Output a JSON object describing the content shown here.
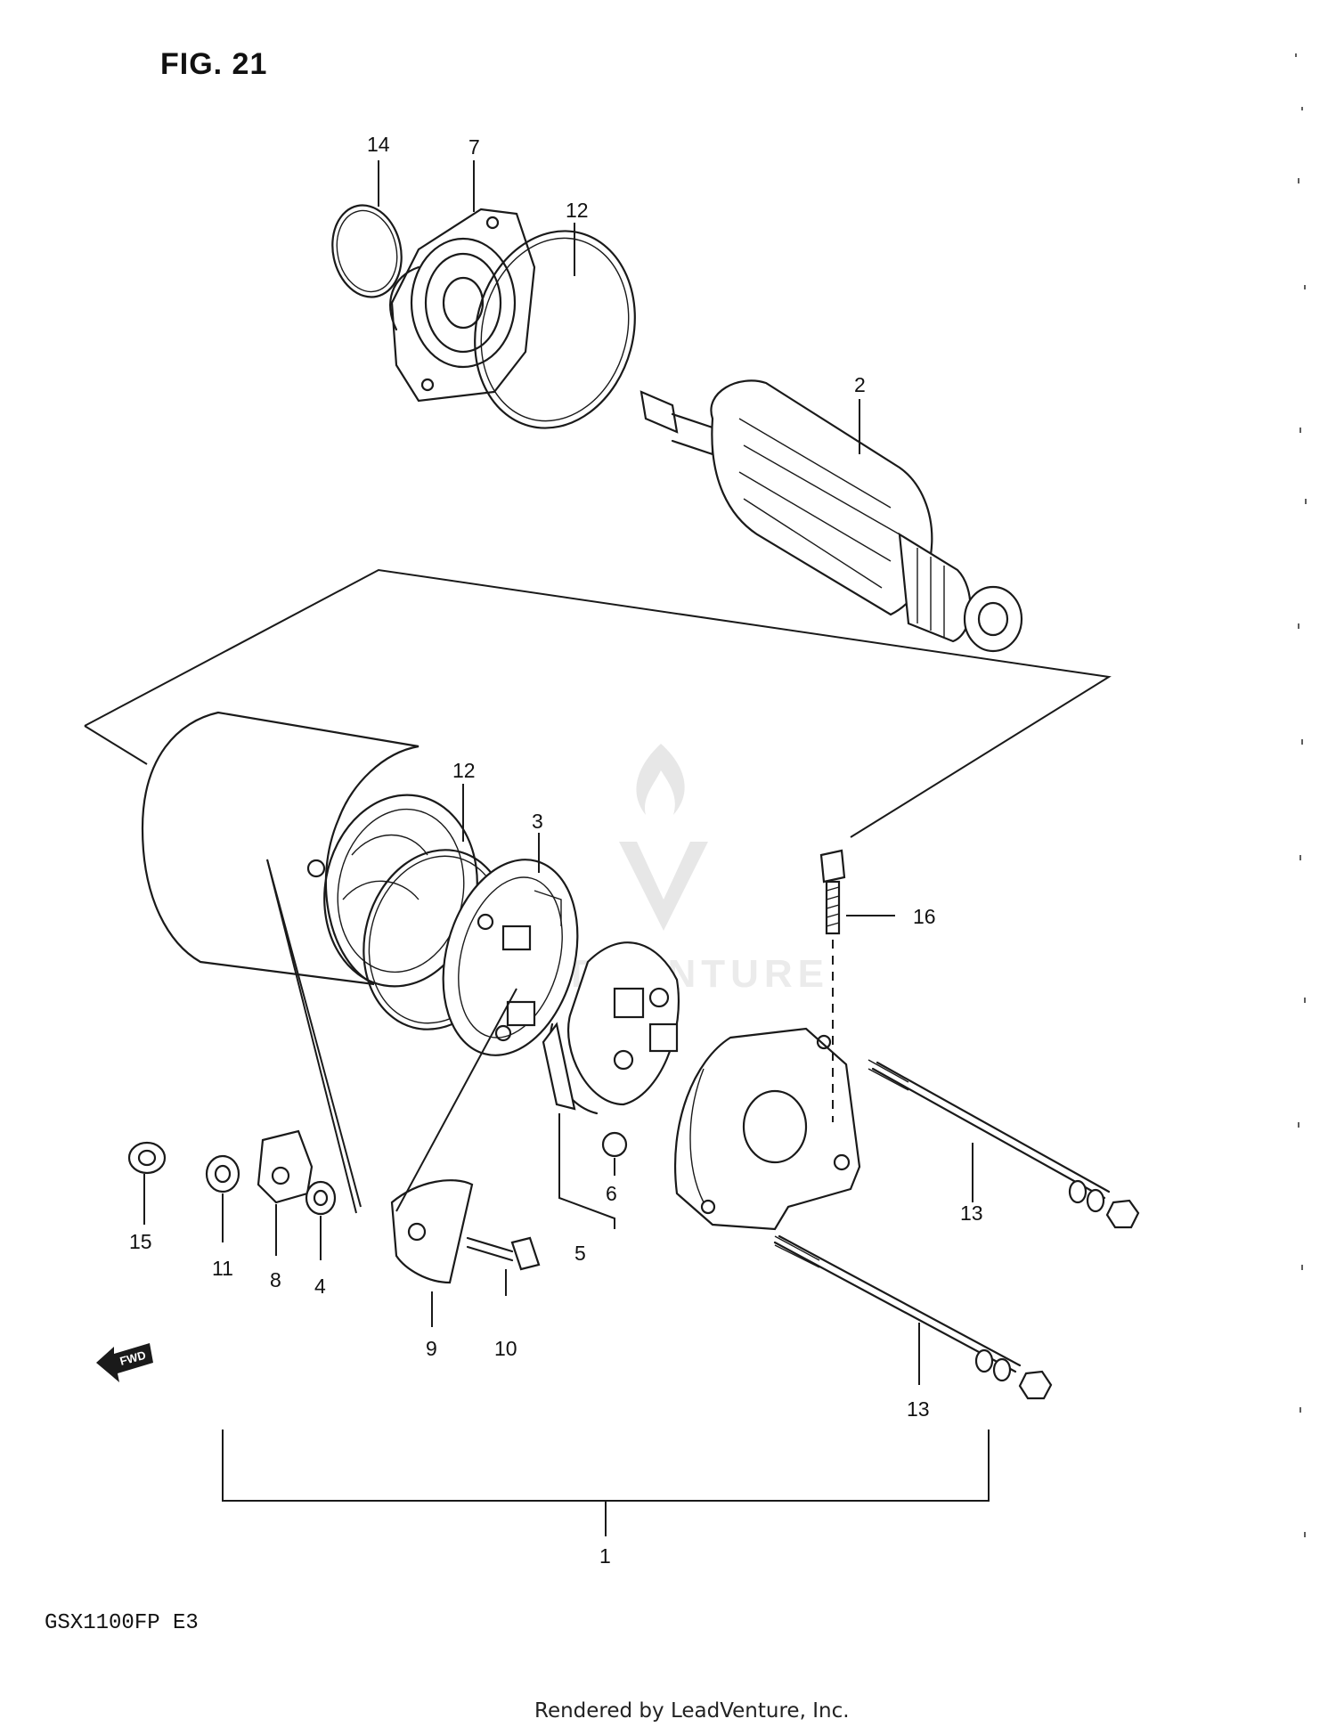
{
  "figure": {
    "title": "FIG. 21",
    "model": "GSX1100FP  E3"
  },
  "callouts": [
    {
      "id": "c14",
      "label": "14"
    },
    {
      "id": "c7",
      "label": "7"
    },
    {
      "id": "c12a",
      "label": "12"
    },
    {
      "id": "c2",
      "label": "2"
    },
    {
      "id": "c12b",
      "label": "12"
    },
    {
      "id": "c3",
      "label": "3"
    },
    {
      "id": "c16",
      "label": "16"
    },
    {
      "id": "c15",
      "label": "15"
    },
    {
      "id": "c11",
      "label": "11"
    },
    {
      "id": "c8",
      "label": "8"
    },
    {
      "id": "c4",
      "label": "4"
    },
    {
      "id": "c9",
      "label": "9"
    },
    {
      "id": "c10",
      "label": "10"
    },
    {
      "id": "c5",
      "label": "5"
    },
    {
      "id": "c6",
      "label": "6"
    },
    {
      "id": "c13a",
      "label": "13"
    },
    {
      "id": "c13b",
      "label": "13"
    },
    {
      "id": "c1",
      "label": "1"
    }
  ],
  "forward_badge": "FWD",
  "watermark": {
    "name": "LEADVENTURE",
    "color": "#e7e7e7"
  },
  "footer": {
    "credit": "Rendered by LeadVenture, Inc."
  }
}
